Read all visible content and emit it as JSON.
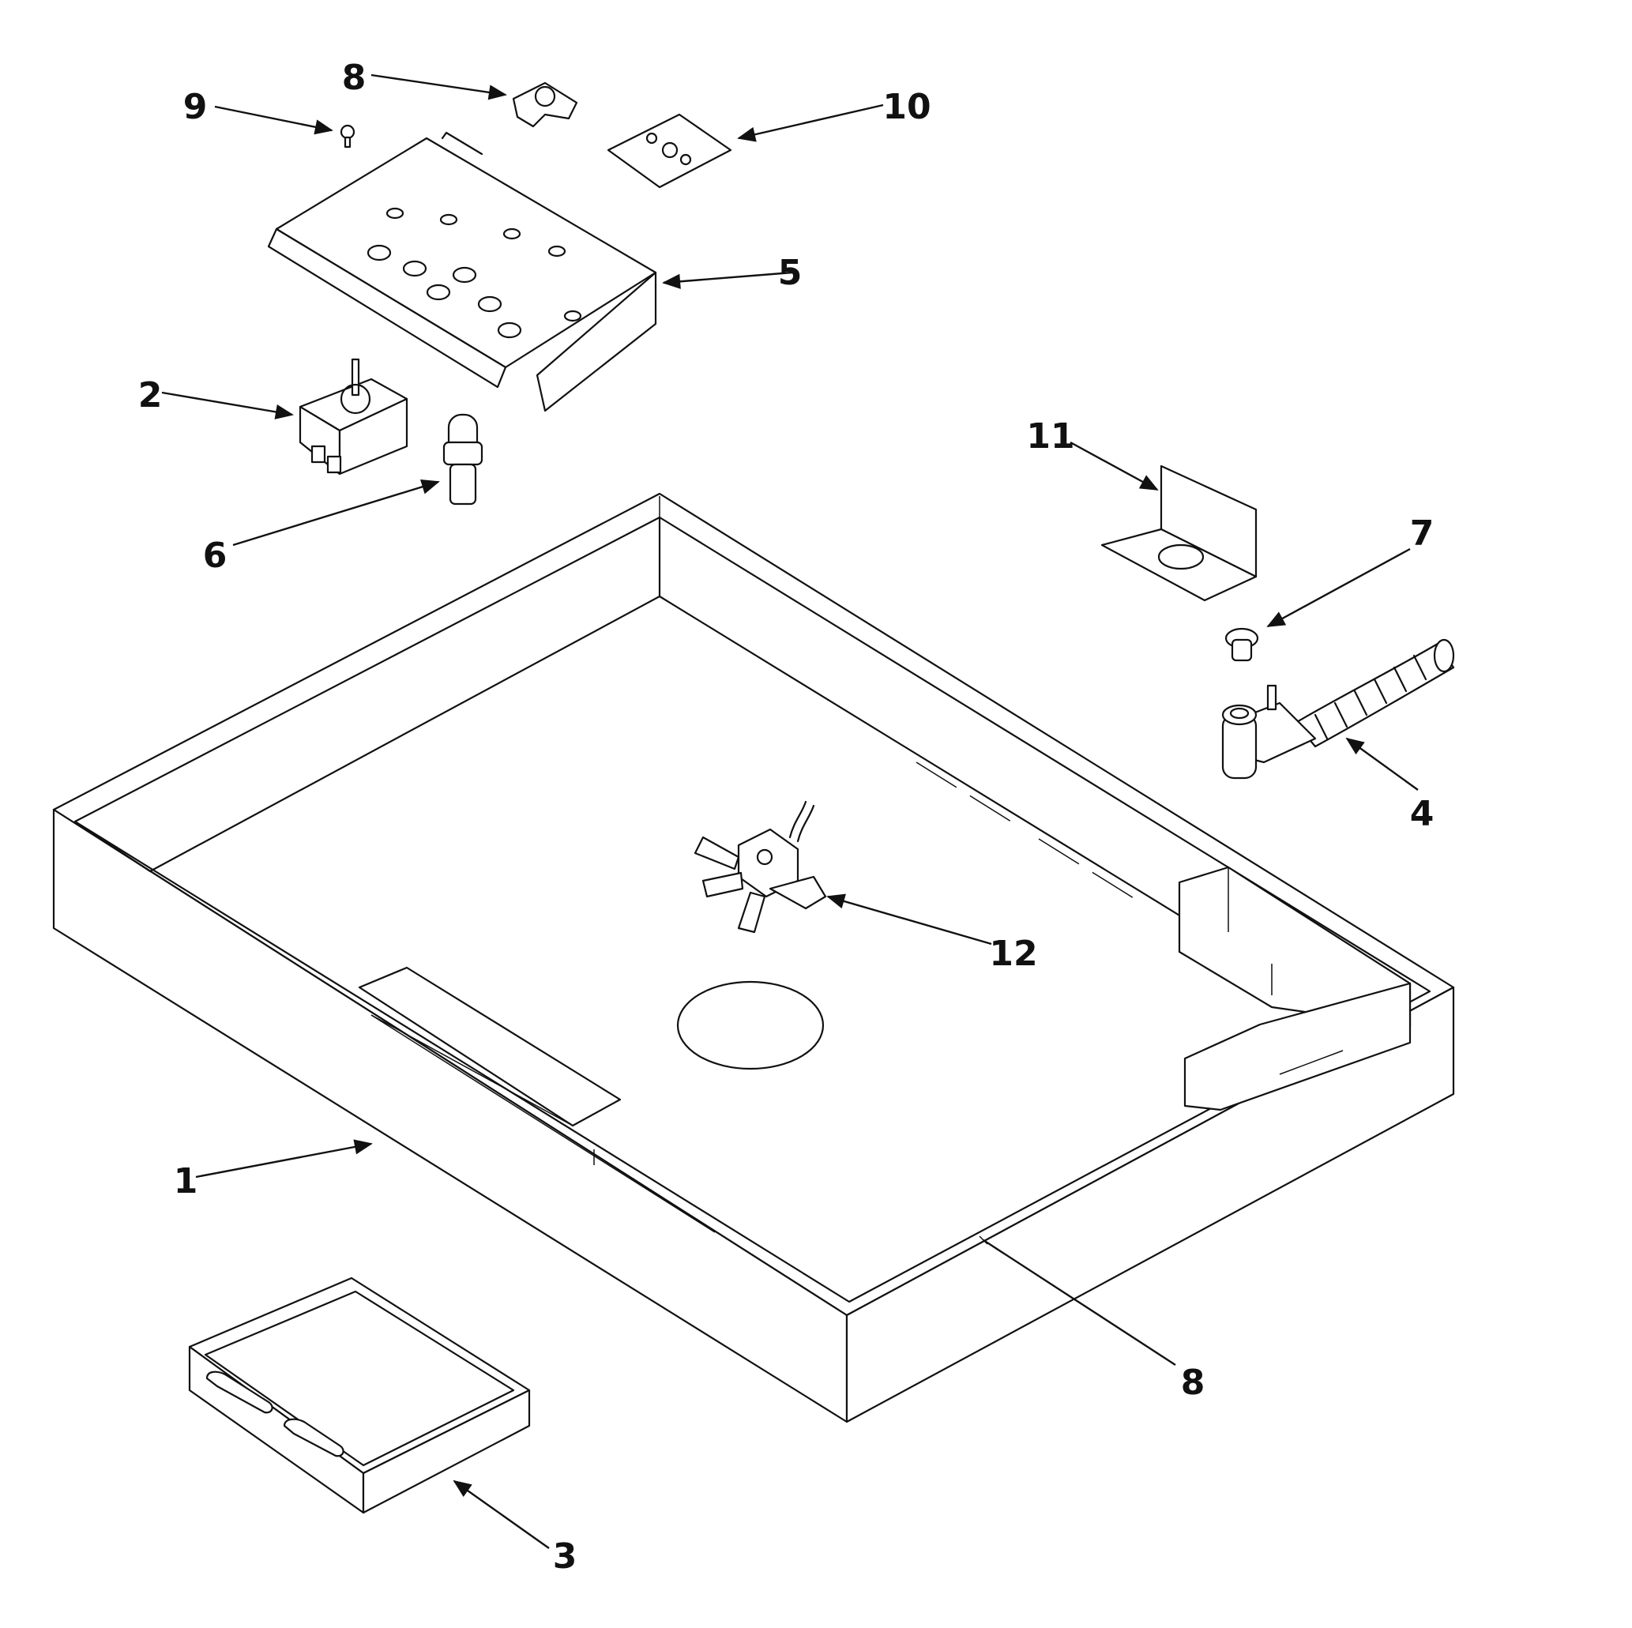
{
  "callouts": [
    {
      "id": "c1",
      "label": "1"
    },
    {
      "id": "c2",
      "label": "2"
    },
    {
      "id": "c3",
      "label": "3"
    },
    {
      "id": "c4",
      "label": "4"
    },
    {
      "id": "c5",
      "label": "5"
    },
    {
      "id": "c6",
      "label": "6"
    },
    {
      "id": "c7",
      "label": "7"
    },
    {
      "id": "c8a",
      "label": "8"
    },
    {
      "id": "c8b",
      "label": "8"
    },
    {
      "id": "c9",
      "label": "9"
    },
    {
      "id": "c10",
      "label": "10"
    },
    {
      "id": "c11",
      "label": "11"
    },
    {
      "id": "c12",
      "label": "12"
    }
  ],
  "colors": {
    "line": "#111111",
    "background": "#ffffff"
  }
}
